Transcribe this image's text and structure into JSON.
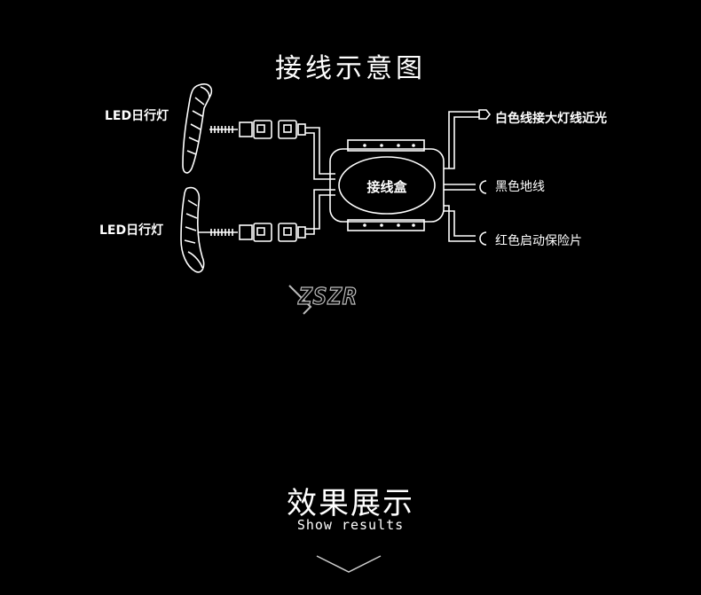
{
  "diagram": {
    "title": "接线示意图",
    "lamp_label_top": "LED日行灯",
    "lamp_label_bottom": "LED日行灯",
    "junction_box_label": "接线盒",
    "wire_labels": {
      "white": "白色线接大灯线近光",
      "black": "黑色地线",
      "red": "红色启动保险片"
    },
    "logo_text": "ZSZR"
  },
  "section": {
    "title": "效果展示",
    "subtitle": "Show results",
    "arrow_icon": "chevron-down-icon"
  },
  "colors": {
    "background": "#000000",
    "line": "#ffffff"
  }
}
